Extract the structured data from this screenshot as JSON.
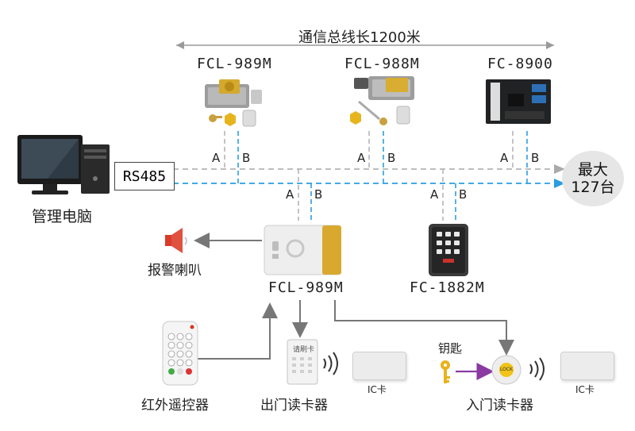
{
  "bus_length": "通信总线长1200米",
  "controllers": [
    {
      "model": "FCL-989M"
    },
    {
      "model": "FCL-988M"
    },
    {
      "model": "FC-8900"
    }
  ],
  "pc_label": "管理电脑",
  "rs485_label": "RS485",
  "max_label_line1": "最大",
  "max_label_line2": "127台",
  "line_a": "A",
  "line_b": "B",
  "bottom_controllers": [
    {
      "model": "FCL-989M"
    },
    {
      "model": "FC-1882M"
    }
  ],
  "alarm_label": "报警喇叭",
  "remote_label": "红外遥控器",
  "exit_reader_label": "出门读卡器",
  "entry_reader_label": "入门读卡器",
  "ic_card_label": "IC卡",
  "key_label": "钥匙",
  "reader_face_text": "请刷卡",
  "lock_button_text": "LOCK",
  "colors": {
    "bus_a": "#b5b5b5",
    "bus_b": "#2a9ee0",
    "arrow": "#777777",
    "key_arrow": "#8a3aa0"
  }
}
